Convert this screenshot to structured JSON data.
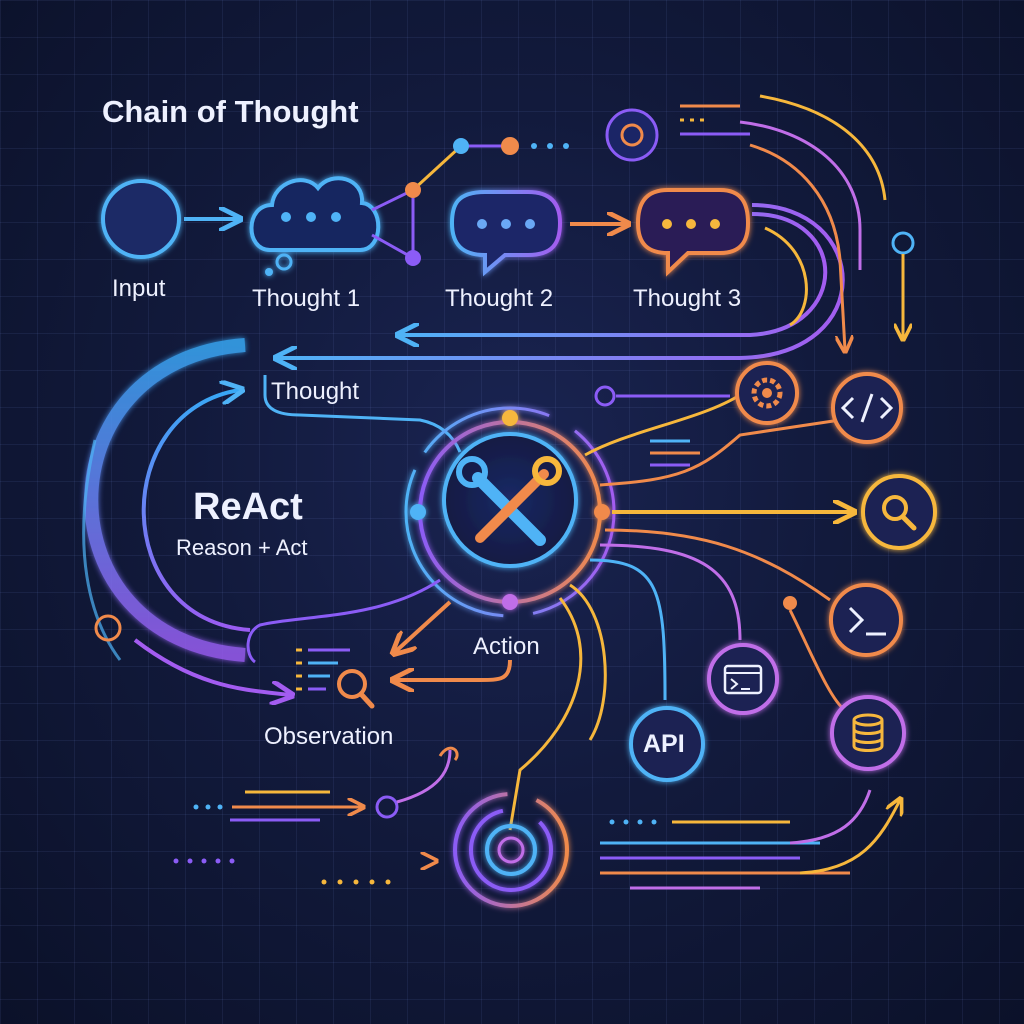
{
  "chain_of_thought": {
    "title": "Chain of Thought",
    "steps": [
      "Input",
      "Thought 1",
      "Thought 2",
      "Thought 3"
    ]
  },
  "react": {
    "title": "ReAct",
    "subtitle": "Reason + Act",
    "thought_label": "Thought",
    "action_label": "Action",
    "observation_label": "Observation"
  },
  "tools": {
    "api_label": "API",
    "icons": [
      "gear-icon",
      "code-icon",
      "search-icon",
      "terminal-icon",
      "browser-terminal-icon",
      "database-icon",
      "api-icon"
    ]
  },
  "colors": {
    "background": "#111a3c",
    "grid": "#2a3568",
    "blue": "#4fb3f6",
    "violet": "#8b5cf6",
    "magenta": "#c06ee8",
    "orange": "#f08a4b",
    "amber": "#f6b73c",
    "text": "#eef1ff"
  }
}
